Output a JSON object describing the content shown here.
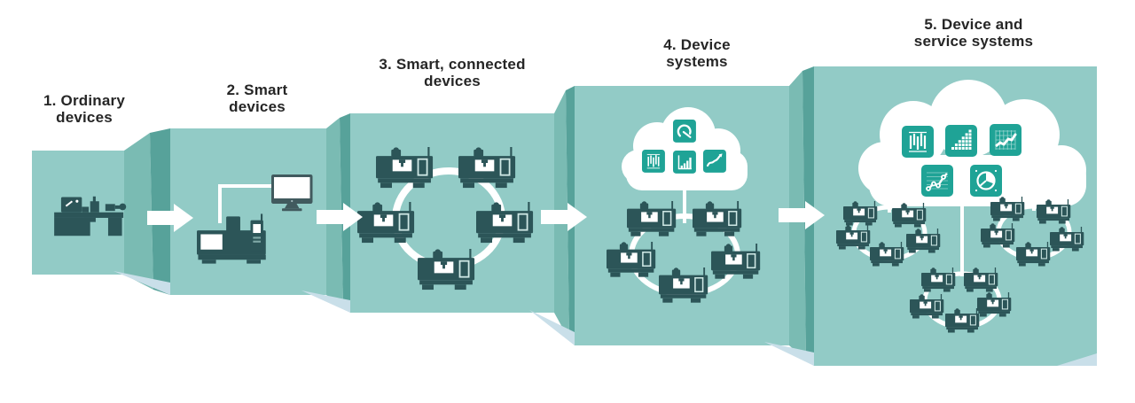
{
  "figure": {
    "description_type": "evolution-diagram",
    "arrow_count": 4,
    "stages": [
      {
        "number": "1",
        "label_line1": "1. Ordinary",
        "label_line2": "devices",
        "content_icons": [
          "lathe-machine"
        ],
        "machine_count": 1
      },
      {
        "number": "2",
        "label_line1": "2. Smart",
        "label_line2": "devices",
        "content_icons": [
          "cnc-machine",
          "computer-monitor"
        ],
        "machine_count": 1
      },
      {
        "number": "3",
        "label_line1": "3. Smart, connected",
        "label_line2": "devices",
        "content_icons": [
          "machine"
        ],
        "machine_count": 5,
        "network": "ring"
      },
      {
        "number": "4",
        "label_line1": "4. Device",
        "label_line2": "systems",
        "content_icons": [
          "cloud",
          "machine"
        ],
        "machine_count": 5,
        "network": "ring",
        "cloud_icons": [
          "gauge",
          "candlestick-chart",
          "bar-chart",
          "line-chart"
        ]
      },
      {
        "number": "5",
        "label_line1": "5. Device and",
        "label_line2": "service systems",
        "content_icons": [
          "cloud",
          "machine"
        ],
        "cluster_count": 3,
        "machines_per_cluster": 5,
        "network": "rings linked to cloud",
        "cloud_icons": [
          "candlestick-chart",
          "block-bar-chart",
          "grid-line-chart",
          "scatter-line-chart",
          "pie-chart"
        ]
      }
    ],
    "colors": {
      "background": "#ffffff",
      "panel_face": "#92CBC6",
      "panel_fold_medium": "#7ABBB3",
      "panel_fold_dark": "#57A29A",
      "panel_shadow": "#C9DFE9",
      "machine": "#2C5558",
      "cloud": "#FFFFFF",
      "tile": "#1FA396",
      "arrow": "#FFFFFF",
      "label_text": "#262626"
    }
  }
}
